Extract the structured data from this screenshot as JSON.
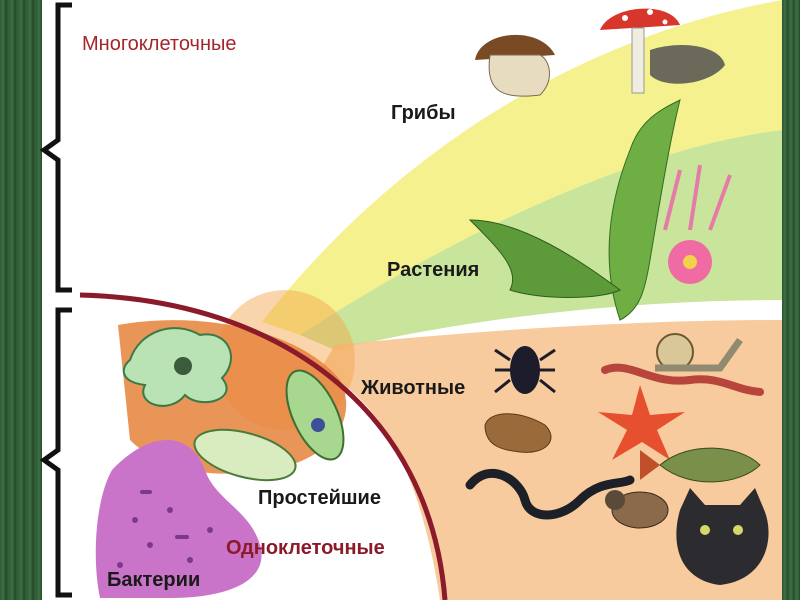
{
  "labels": {
    "multicellular": "Многоклеточные",
    "fungi": "Грибы",
    "plants": "Растения",
    "animals": "Животные",
    "protists": "Простейшие",
    "unicellular": "Одноклеточные",
    "bacteria": "Бактерии"
  },
  "colors": {
    "multicellular_text": "#a4262c",
    "unicellular_text": "#8b1a2b",
    "label_text": "#1a1a1a",
    "fungi_band": "#f3ef7a",
    "plants_band": "#bfe08a",
    "animals_band": "#f7c28d",
    "division_arc": "#8b1a2b",
    "side_strip": "#3a6b3e"
  },
  "icons": [
    "mushroom-bolete-icon",
    "mushroom-amanita-icon",
    "seaweed-icon",
    "fern-icon",
    "flower-icon",
    "beetle-icon",
    "snail-icon",
    "worm-icon",
    "starfish-icon",
    "frog-icon",
    "fish-icon",
    "snake-icon",
    "bird-icon",
    "cat-icon",
    "amoeba-icon",
    "euglena-icon",
    "paramecium-icon",
    "bacteria-blob-icon"
  ]
}
